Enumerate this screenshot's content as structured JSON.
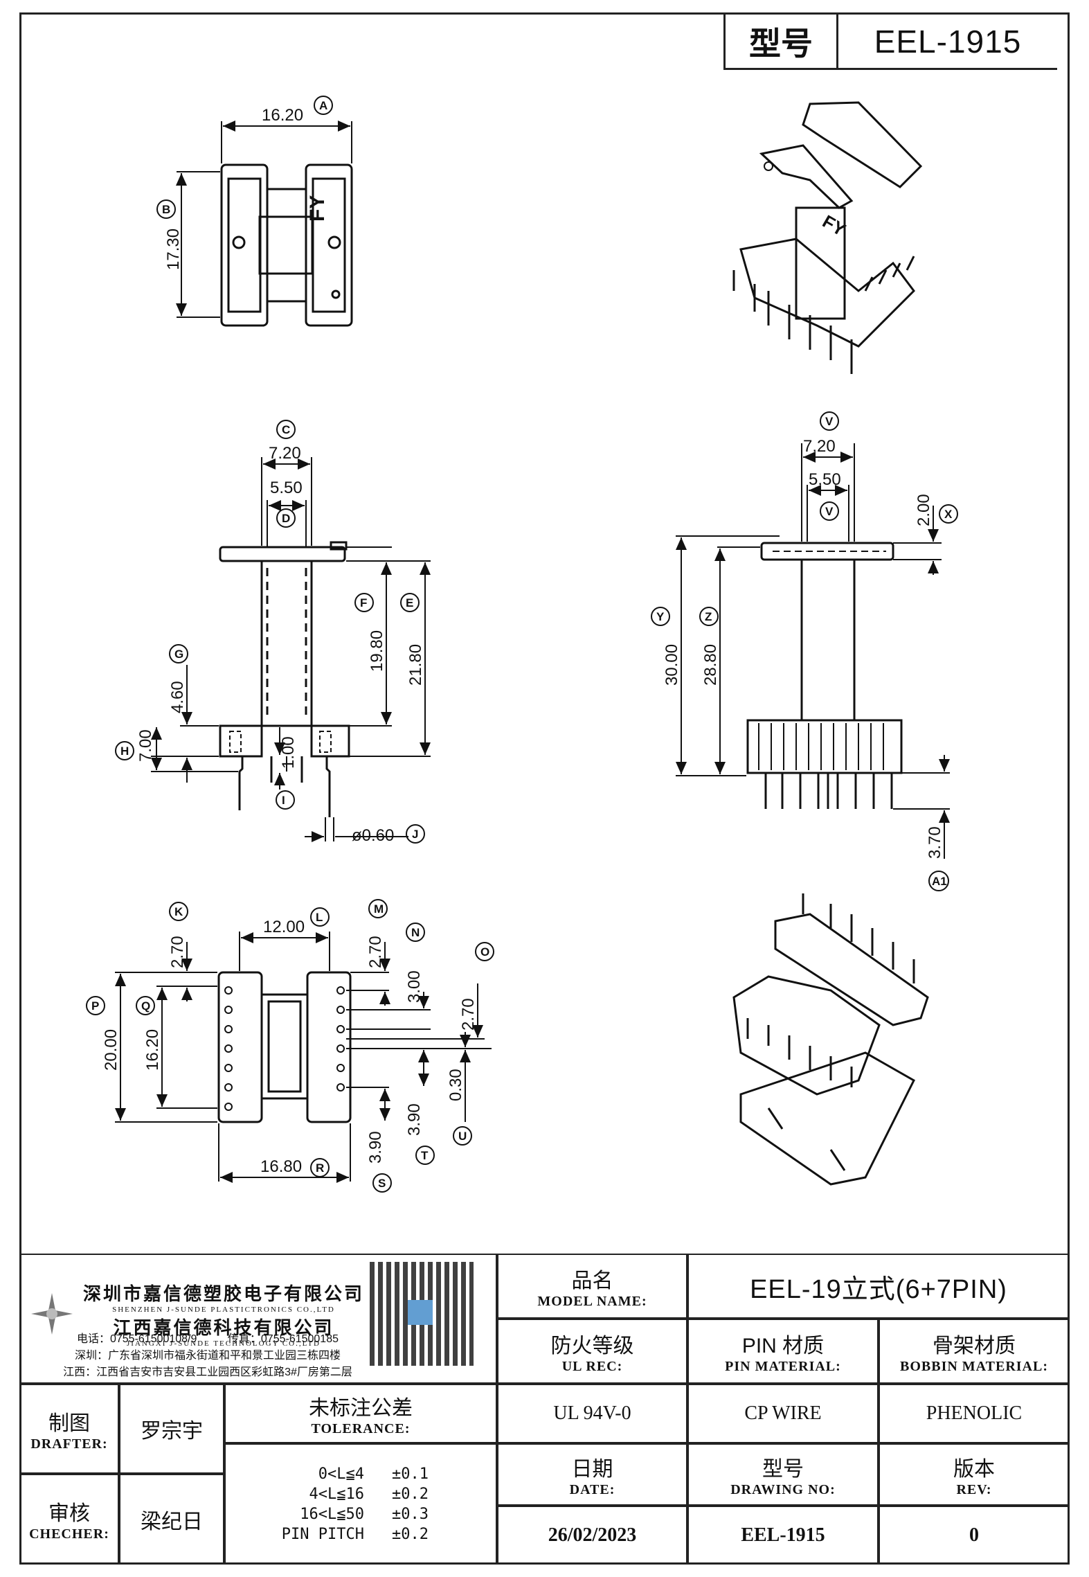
{
  "header": {
    "label": "型号",
    "value": "EEL-1915"
  },
  "dimensions": {
    "A": "16.20",
    "B": "17.30",
    "C": "7.20",
    "D": "5.50",
    "E": "21.80",
    "F": "19.80",
    "G": "4.60",
    "H": "7.00",
    "I": "1.00",
    "J": "ø0.60",
    "K": "2.70",
    "L": "12.00",
    "M": "2.70",
    "N": "3.00",
    "O": "2.70",
    "P": "20.00",
    "Q": "16.20",
    "R": "16.80",
    "S": "3.90",
    "T": "3.90",
    "U": "0.30",
    "V1": "7.20",
    "V2": "5.50",
    "X": "2.00",
    "Y": "30.00",
    "Z": "28.80",
    "A1": "3.70"
  },
  "bubbles": [
    "A",
    "B",
    "C",
    "D",
    "E",
    "F",
    "G",
    "H",
    "I",
    "J",
    "K",
    "L",
    "M",
    "N",
    "O",
    "P",
    "Q",
    "R",
    "S",
    "T",
    "U",
    "V",
    "V",
    "X",
    "Y",
    "Z",
    "A1"
  ],
  "part_marking": "FY",
  "company": {
    "name_zh_1": "深圳市嘉信德塑胶电子有限公司",
    "name_en_1": "SHENZHEN J-SUNDE PLASTICTRONICS CO.,LTD",
    "name_zh_2": "江西嘉信德科技有限公司",
    "name_en_2": "JIANGXI J-SUNDE TECHNOLOGY CO.,LTD",
    "phone": "电话：0755-61500108/9",
    "fax": "传真：0755-61500185",
    "addr_sz": "深圳：广东省深圳市福永街道和平和景工业园三栋四楼",
    "addr_jx": "江西：江西省吉安市吉安县工业园西区彩虹路3#厂房第二层"
  },
  "title_block": {
    "model_name_zh": "品名",
    "model_name_en": "MODEL NAME:",
    "model_name_value": "EEL-19立式(6+7PIN)",
    "ul_zh": "防火等级",
    "ul_en": "UL REC:",
    "ul_value": "UL 94V-0",
    "pin_zh": "PIN 材质",
    "pin_en": "PIN MATERIAL:",
    "pin_value": "CP WIRE",
    "bobbin_zh": "骨架材质",
    "bobbin_en": "BOBBIN MATERIAL:",
    "bobbin_value": "PHENOLIC",
    "date_zh": "日期",
    "date_en": "DATE:",
    "date_value": "26/02/2023",
    "drawing_zh": "型号",
    "drawing_en": "DRAWING NO:",
    "drawing_value": "EEL-1915",
    "rev_zh": "版本",
    "rev_en": "REV:",
    "rev_value": "0",
    "drafter_zh": "制图",
    "drafter_en": "DRAFTER:",
    "drafter_name": "罗宗宇",
    "checker_zh": "审核",
    "checker_en": "CHECHER:",
    "checker_name": "梁纪日",
    "tolerance_zh": "未标注公差",
    "tolerance_en": "TOLERANCE:",
    "tolerances": [
      {
        "range": "0<L≦4",
        "value": "±0.1"
      },
      {
        "range": "4<L≦16",
        "value": "±0.2"
      },
      {
        "range": "16<L≦50",
        "value": "±0.3"
      },
      {
        "range": "PIN PITCH",
        "value": "±0.2"
      }
    ]
  }
}
